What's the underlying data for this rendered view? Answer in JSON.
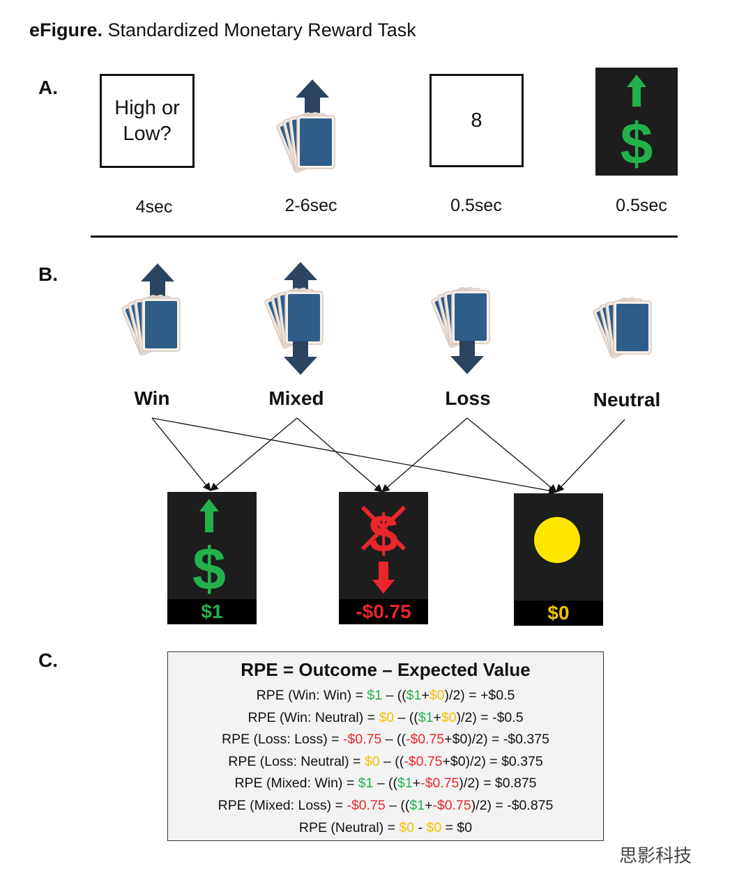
{
  "title": {
    "bold": "eFigure.",
    "rest": " Standardized Monetary Reward Task"
  },
  "panel_a": {
    "label": "A.",
    "prompt": [
      "High or",
      "Low?"
    ],
    "number": "8",
    "durations": [
      "4sec",
      "2-6sec",
      "0.5sec",
      "0.5sec"
    ]
  },
  "panel_b": {
    "label": "B.",
    "conditions": [
      "Win",
      "Mixed",
      "Loss",
      "Neutral"
    ],
    "outcomes": [
      "$1",
      "-$0.75",
      "$0"
    ]
  },
  "panel_c": {
    "label": "C.",
    "heading": "RPE = Outcome – Expected Value",
    "lines": [
      [
        {
          "t": "RPE (Win: Win) = ",
          "c": ""
        },
        {
          "t": "$1",
          "c": "g"
        },
        {
          "t": " – ((",
          "c": ""
        },
        {
          "t": "$1",
          "c": "g"
        },
        {
          "t": "+",
          "c": ""
        },
        {
          "t": "$0",
          "c": "y"
        },
        {
          "t": ")/2) = +$0.5",
          "c": ""
        }
      ],
      [
        {
          "t": "RPE (Win: Neutral) = ",
          "c": ""
        },
        {
          "t": "$0",
          "c": "y"
        },
        {
          "t": " – ((",
          "c": ""
        },
        {
          "t": "$1",
          "c": "g"
        },
        {
          "t": "+",
          "c": ""
        },
        {
          "t": "$0",
          "c": "y"
        },
        {
          "t": ")/2) = -$0.5",
          "c": ""
        }
      ],
      [
        {
          "t": "RPE (Loss: Loss) = ",
          "c": ""
        },
        {
          "t": "-$0.75",
          "c": "r"
        },
        {
          "t": " – ((",
          "c": ""
        },
        {
          "t": "-$0.75",
          "c": "r"
        },
        {
          "t": "+$0)/2) = -$0.375",
          "c": ""
        }
      ],
      [
        {
          "t": "RPE (Loss: Neutral) = ",
          "c": ""
        },
        {
          "t": "$0",
          "c": "y"
        },
        {
          "t": " – ((",
          "c": ""
        },
        {
          "t": "-$0.75",
          "c": "r"
        },
        {
          "t": "+$0)/2) = $0.375",
          "c": ""
        }
      ],
      [
        {
          "t": "RPE (Mixed: Win) = ",
          "c": ""
        },
        {
          "t": "$1",
          "c": "g"
        },
        {
          "t": " – ((",
          "c": ""
        },
        {
          "t": "$1",
          "c": "g"
        },
        {
          "t": "+",
          "c": ""
        },
        {
          "t": "-$0.75",
          "c": "r"
        },
        {
          "t": ")/2) = $0.875",
          "c": ""
        }
      ],
      [
        {
          "t": "RPE (Mixed: Loss) = ",
          "c": ""
        },
        {
          "t": "-$0.75",
          "c": "r"
        },
        {
          "t": " – ((",
          "c": ""
        },
        {
          "t": "$1",
          "c": "g"
        },
        {
          "t": "+",
          "c": ""
        },
        {
          "t": "-$0.75",
          "c": "r"
        },
        {
          "t": ")/2) = -$0.875",
          "c": ""
        }
      ],
      [
        {
          "t": "RPE (Neutral) = ",
          "c": ""
        },
        {
          "t": "$0",
          "c": "y"
        },
        {
          "t": " - ",
          "c": ""
        },
        {
          "t": "$0",
          "c": "y"
        },
        {
          "t": " = $0",
          "c": ""
        }
      ]
    ]
  },
  "watermark": "思影科技",
  "colors": {
    "win_green": "#22b14c",
    "loss_red": "#e8262b",
    "neutral_yellow": "#f2c200",
    "arrow_navy": "#2b4460",
    "card_blue": "#2f5d8a",
    "dark_bg": "#1d1d1d"
  }
}
